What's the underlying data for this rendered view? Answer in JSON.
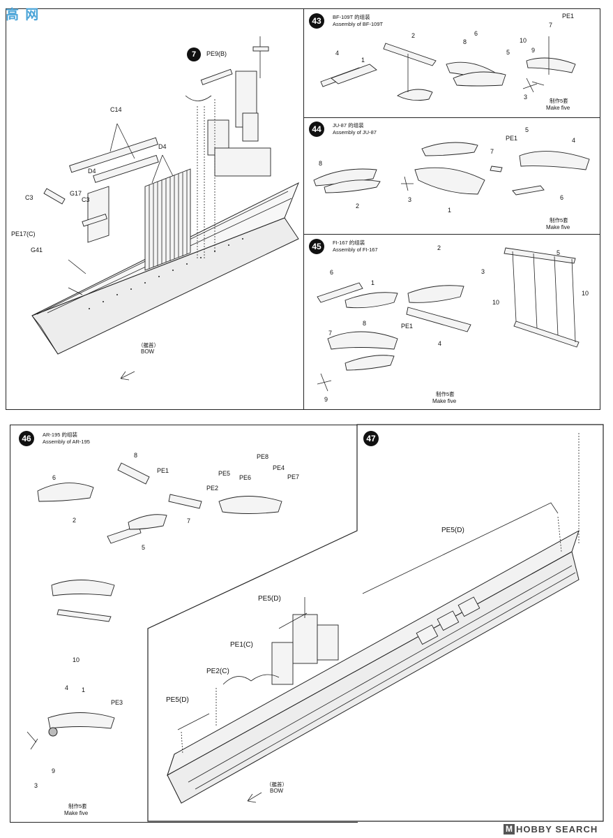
{
  "watermark_top": "高 网",
  "steps": {
    "s42": {
      "labels": {
        "c14": "C14",
        "d4a": "D4",
        "d4b": "D4",
        "c3a": "C3",
        "c3b": "C3",
        "g17": "G17",
        "pe17": "PE17(C)",
        "g41": "G41",
        "pe9": "PE9(B)"
      },
      "sub_badge": "7",
      "bow_cn": "（艦首）",
      "bow_en": "BOW"
    },
    "s43": {
      "badge": "43",
      "title_cn": "BF-109T 的组装",
      "title_en": "Assembly of BF-109T",
      "labels": [
        "4",
        "1",
        "2",
        "6",
        "8",
        "5",
        "10",
        "7",
        "9",
        "PE1",
        "3"
      ],
      "note_cn": "制作5套",
      "note_en": "Make five"
    },
    "s44": {
      "badge": "44",
      "title_cn": "JU-87 的组装",
      "title_en": "Assembly of JU-87",
      "labels": [
        "8",
        "2",
        "3",
        "1",
        "5",
        "PE1",
        "4",
        "7",
        "6"
      ],
      "note_cn": "制作5套",
      "note_en": "Make five"
    },
    "s45": {
      "badge": "45",
      "title_cn": "FI-167 的组装",
      "title_en": "Assembly of FI-167",
      "labels": [
        "6",
        "1",
        "2",
        "3",
        "10",
        "5",
        "10",
        "4",
        "7",
        "8",
        "PE1",
        "9"
      ],
      "note_cn": "制作5套",
      "note_en": "Make five"
    },
    "s46": {
      "badge": "46",
      "title_cn": "AR-195 的组装",
      "title_en": "Assembly of AR-195",
      "labels": [
        "8",
        "PE1",
        "6",
        "2",
        "7",
        "5",
        "PE5",
        "PE6",
        "PE8",
        "PE4",
        "PE7",
        "PE2",
        "10",
        "4",
        "1",
        "PE3",
        "9",
        "3"
      ],
      "note_cn": "制作5套",
      "note_en": "Make five"
    },
    "s47": {
      "badge": "47",
      "labels": {
        "pe5a": "PE5(D)",
        "pe5b": "PE5(D)",
        "pe1c": "PE1(C)",
        "pe2c": "PE2(C)",
        "pe5c": "PE5(D)"
      },
      "bow_cn": "（艦首）",
      "bow_en": "BOW"
    }
  },
  "watermark_bottom": {
    "brand": "HOBBY SEARCH",
    "mark": "M"
  }
}
